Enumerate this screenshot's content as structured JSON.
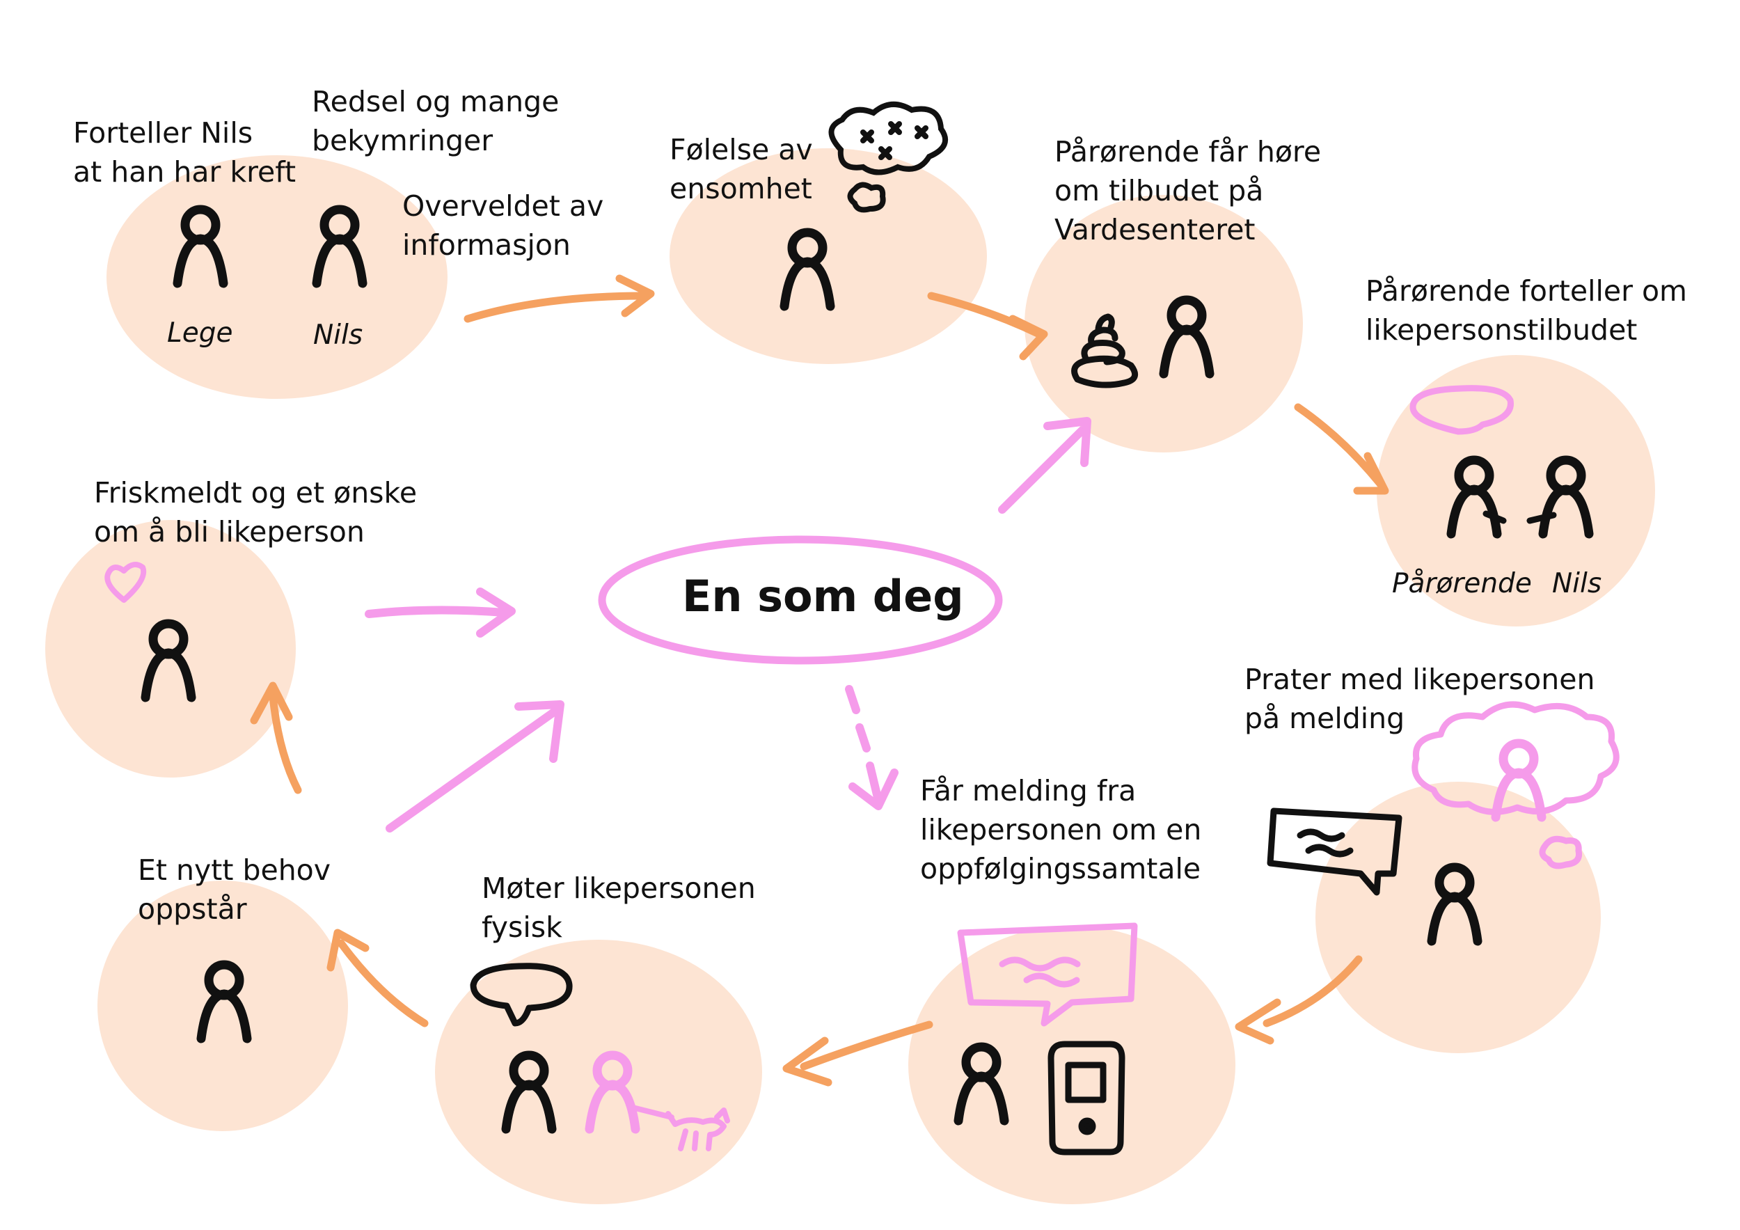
{
  "center": {
    "title": "En som deg"
  },
  "steps": {
    "s1": {
      "label": "Forteller Nils\nat han har kreft",
      "note_fear": "Redsel og mange\nbekymringer",
      "note_info": "Overveldet av\ninformasjon",
      "person_a": "Lege",
      "person_b": "Nils"
    },
    "s2": {
      "label": "Følelse av\nensomhet"
    },
    "s3": {
      "label": "Pårørende får høre\nom tilbudet på\nVardesenteret"
    },
    "s4": {
      "label": "Pårørende forteller om\nlikepersonstilbudet",
      "person_a": "Pårørende",
      "person_b": "Nils"
    },
    "s5": {
      "label": "Prater med likepersonen\npå melding"
    },
    "s6": {
      "label": "Får melding fra\nlikepersonen om en\noppfølgingssamtale"
    },
    "s7": {
      "label": "Møter likepersonen\nfysisk"
    },
    "s8": {
      "label": "Et nytt behov\noppstår"
    },
    "s9": {
      "label": "Friskmeldt og et ønske\nom å bli likeperson"
    }
  },
  "colors": {
    "bubble": "#fde4d3",
    "arrow_orange": "#f5a160",
    "accent_pink": "#f59bea",
    "ink": "#111111"
  }
}
